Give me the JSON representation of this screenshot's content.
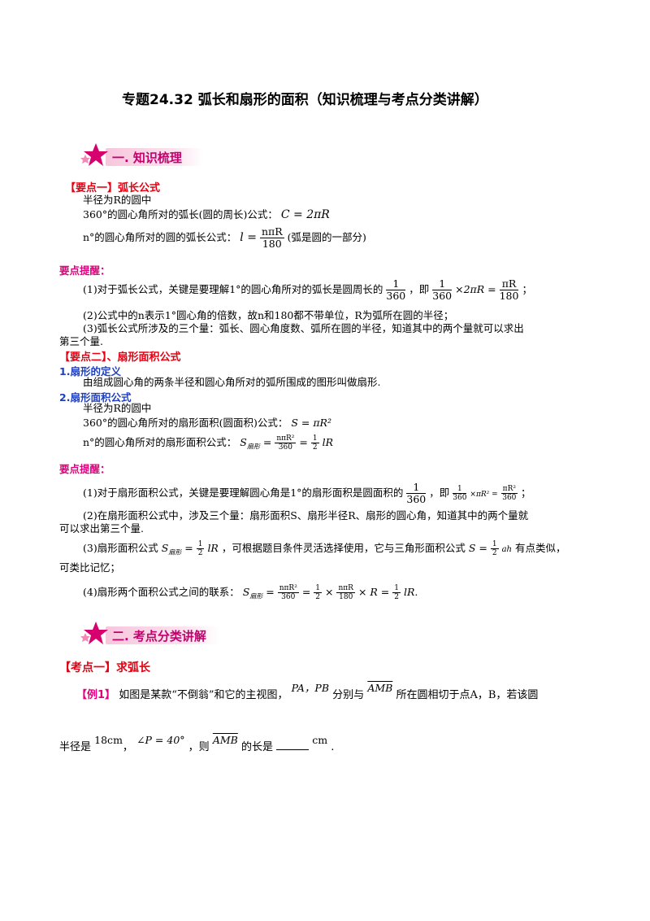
{
  "title": "专题24.32  弧长和扇形的面积（知识梳理与考点分类讲解）",
  "section1": {
    "label": "一. 知识梳理"
  },
  "point1": {
    "heading": "【要点一】弧长公式",
    "line1": "半径为R的圆中",
    "line2": "360°的圆心角所对的弧长(圆的周长)公式：",
    "line2_formula": "C = 2πR",
    "line3": "n°的圆心角所对的圆的弧长公式：",
    "line3_lhs": "l =",
    "line3_num": "nπR",
    "line3_den": "180",
    "line3_tail": "(弧是圆的一部分)"
  },
  "tips1": {
    "heading": "要点提醒：",
    "item1_a": "(1)对于弧长公式，关键是要理解1°的圆心角所对的弧长是圆周长的",
    "item1_b": "，即",
    "item1_c": "×2πR =",
    "item1_end": "；",
    "frac_1": "1",
    "frac_360": "360",
    "frac_piR": "πR",
    "frac_180": "180",
    "item2": "(2)公式中的n表示1°圆心角的倍数，故n和180都不带单位，R为弧所在圆的半径；",
    "item3a": "(3)弧长公式所涉及的三个量：弧长、圆心角度数、弧所在圆的半径，知道其中的两个量就可以求出",
    "item3b": "第三个量."
  },
  "point2": {
    "heading": "【要点二】、扇形面积公式",
    "sub1": "1.扇形的定义",
    "sub1_text": "由组成圆心角的两条半径和圆心角所对的弧所围成的图形叫做扇形.",
    "sub2": "2.扇形面积公式",
    "line1": "半径为R的圆中",
    "line2": "360°的圆心角所对的扇形面积(圆面积)公式：",
    "line2_formula": "S = πR²",
    "line3": "n°的圆心角所对的扇形面积公式：",
    "s_sub": "扇形",
    "num_nR2": "nπR²",
    "den_360": "360",
    "half_num": "1",
    "half_den": "2",
    "lR": "lR"
  },
  "tips2": {
    "heading": "要点提醒：",
    "item1": "(1)对于扇形面积公式，关键是要理解圆心角是1°的扇形面积是圆面积的",
    "item1_b": "，即",
    "item1_end": "；",
    "item2a": "(2)在扇形面积公式中，涉及三个量：扇形面积S、扇形半径R、扇形的圆心角，知道其中的两个量就",
    "item2b": "可以求出第三个量.",
    "item3a": "(3)扇形面积公式",
    "item3b": "，可根据题目条件灵活选择使用，它与三角形面积公式",
    "item3c": "有点类似，",
    "item3d": "可类比记忆；",
    "ah": "ah",
    "item4": "(4)扇形两个面积公式之间的联系：",
    "item4_end": "."
  },
  "section2": {
    "label": "二. 考点分类讲解"
  },
  "exam1": {
    "heading": "【考点一】求弧长",
    "ex_label": "【例1】",
    "text1": "如图是某款“不倒翁”和它的主视图，",
    "pa_pb": "PA，PB",
    "text2": "分别与",
    "amb": "AMB",
    "text3": "所在圆相切于点A，B，若该圆",
    "text4": "半径是",
    "r_val": "18cm",
    "angle": "∠P = 40°",
    "text5": "，则",
    "text6": "的长是",
    "unit": "cm",
    "end": "."
  }
}
